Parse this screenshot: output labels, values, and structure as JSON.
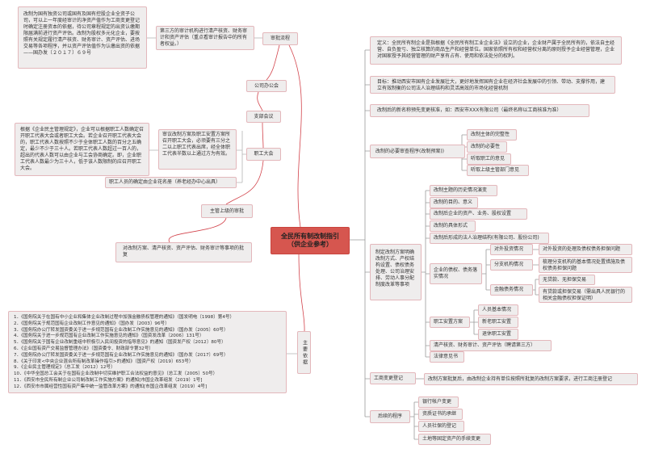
{
  "central": {
    "title": "全民所有制改制指引",
    "subtitle": "（供企业参考）"
  },
  "left": {
    "note_capital": "改制为国有独资公司或国有及国有控股企业全资子公司，可以上一年度经审计的净资产值作为工商变更登记时确定注册资本的依据，待公司章程规定的出资认缴期限届满前进行资产评估。改制为股权多元化企业，要按照有关规定履行清产核资、财务审计、资产评估、进场交易等各项程序，并以资产评估值作为认缴出资的依据——国办发〔２０１７〕６９号",
    "note_audit": "第三方的审计机构进行清产核资、财务审计和资产评估（重点看审计报告中的所有者权益。）",
    "approval_flow": "审批流程",
    "office_meeting": "公司办公会",
    "branch_meeting": "支部会议",
    "note_workers_rep": "根据《企业民主管理规定》，企业可以根据职工人数确定召开职工代表大会或者职工大会。若企业召开职工代表大会的，职工代表人数按照不少于全体职工人数的百分之五确定，最少不少于三十人。若职工代表人数超过一百人的，超出的代表人数可以由企业与工会协商确定。即，企业职工代表人数最少为三十人，低于该人数限制的应召开职工大会。",
    "note_review": "审议改制方案及职工安置方案所召开职工大会，必须要有三分之二以上职工代表出席，经全体职工代表半数以上通过方为有效。",
    "workers_congress": "职工大会",
    "note_roster": "职工人员的确定由企业花名册（养老经办中心出具）",
    "superior_approval": "主管上级的审批",
    "note_superior": "对改制方案、清产核资、资产评估、财务审计等事项的批复",
    "basis_label": "主要依据",
    "basis_list": [
      "1．《国务院关于在国有中小企业和集体企业改制过程中加强金融债权管理的通知》（国发明电〔1998〕第4号）",
      "2．《国务院关于规范国有企业改制工作意见的通知》（国办发〔2003〕96号）",
      "3．《国务院办公厅转发国资委关于进一步规范国有企业改制工作实施意见的通知》（国办发〔2005〕60号）",
      "4．《国务院关于进一步规范国有企业改制工作实施意见的通知》（国资发改革〔2006〕131号）",
      "5．《国务院关于国有企业改制重组中积极引入民间投资的指导意见》的通知（国资发产权〔2012〕80号）",
      "6．《企业国有资产交易监督管理办法》（国资委令、财政部令第32号）",
      "7．《国务院办公厅转发国资委关于进一步规范国有企业改制工作实施意见的通知》（国办发〔2017〕69号）",
      "8．《关于印发<中央企业混合所有制改革操作指引>的通知》（国资产权〔2019〕653号）",
      "9．《企业民主管理规定》（总工发〔2012〕12号）",
      "10．《中华全国总工会关于在国有企业改制中切实维护职工合法权益的意见》（总工发〔2005〕50号）",
      "11．《西安市全民所有制企业公司制改制工作实施方案》的通知[市国企改革组发（2019）1号]",
      "12．《西安市市属经营性国有资产集中统一监管改革方案》的通知[市国企改革组发（2019）4号]"
    ]
  },
  "right": {
    "definition": "定义：全民所有制企业是指根据《全民所有制工业企业法》设立的企业，企业财产属于全民所有的，依法自主经营、自负盈亏、独立核算的商品生产和经营单位。国家依照所有权和经营权分离的原则授予企业经营管理，企业对国家授予其经营管理的财产享有占有、使用和依法处分的权利。",
    "goal": "目标：推动西安市国有企业发展壮大，更好地发挥国有企业在经济社会发展中的引领、带动、支撑作用，建立有效制衡的公司法人治理结构和灵活高效的市场化经营机制",
    "new_name": "改制后的新名称预先变更核准，如：西安市XXX有限公司（最终名称以工商核准为准）",
    "review": {
      "label": "改制的必要审查程序(改制预案))",
      "items": [
        "改制主体的完整性",
        "改制的必要性",
        "听取职工的意见",
        "听取上级主管部门意见"
      ]
    },
    "plan": {
      "label": "制定改制方案明确改制方式、产权结构设置、债权债务处理、公司治理安排、劳动人事分配制度改革等事项",
      "items": [
        "改制主题的历史情况演变",
        "改制的目的、意义",
        "改制后企业的资产、业务、股权设置",
        "改制的具体形式",
        "改制后形成的法人治理结构(有限公司、股份公司)"
      ],
      "debt": {
        "label": "企业的债权、债务落实情况",
        "investment": "对外投资情况",
        "investment_detail": "对外投资的处理及债权债务担保问题",
        "branch": "分支机构情况",
        "branch_detail": "梳理分支机构的基本情况处置措施及债权债务担保问题",
        "finance": "金融债务情况",
        "finance_no": "无贷款、无担保交易",
        "finance_yes": "有贷款或担保交易（需出具人民银行的相关金融债权担保证明）"
      },
      "staff": {
        "label": "职工安置方案",
        "items": [
          "人员基本情况",
          "新老职工安置",
          "退休职工安置"
        ]
      },
      "audit": "清产核资、财务审计、资产评估（聘请第三方）",
      "legal": "法律意见书"
    },
    "registration": {
      "label": "工商变更登记",
      "detail": "改制方案批复后，由改制企业持有单位按照所批复的改制方案要求，进行工商注册登记"
    },
    "followup": {
      "label": "后续的程序",
      "items": [
        "银行帐户变更",
        "资质证书的承继",
        "人员社保的登记",
        "土地等固定资产的手续变更"
      ]
    }
  },
  "colors": {
    "central": "#d6564f",
    "node_fill": "#efeded",
    "node_border": "#e3b7bb",
    "left_line": "#d2424a",
    "right_line": "#9a9a9a"
  }
}
